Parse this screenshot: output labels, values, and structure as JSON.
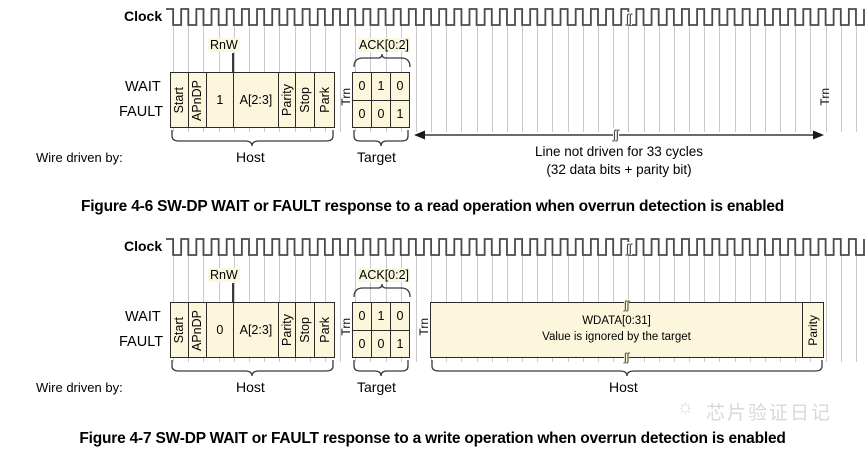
{
  "figures": [
    {
      "id": "figure-4-6",
      "caption": "Figure 4-6 SW-DP WAIT or FAULT response to a read operation when overrun detection is enabled",
      "clock_label": "Clock",
      "signal_rows": [
        "WAIT",
        "FAULT"
      ],
      "wire_driven_label": "Wire driven by:",
      "rnw_label": "RnW",
      "ack_label": "ACK[0:2]",
      "host_packet_cells": [
        {
          "text": "Start",
          "orient": "vertical"
        },
        {
          "text": "APnDP",
          "orient": "vertical"
        },
        {
          "text": "1",
          "orient": "horizontal"
        },
        {
          "text": "A[2:3]",
          "orient": "horizontal"
        },
        {
          "text": "Parity",
          "orient": "vertical"
        },
        {
          "text": "Stop",
          "orient": "vertical"
        },
        {
          "text": "Park",
          "orient": "vertical"
        }
      ],
      "trn_labels": [
        "Trn",
        "Trn"
      ],
      "ack_rows": [
        {
          "signal": "WAIT",
          "bits": [
            "0",
            "1",
            "0"
          ]
        },
        {
          "signal": "FAULT",
          "bits": [
            "0",
            "0",
            "1"
          ]
        }
      ],
      "braces": [
        {
          "label": "Host"
        },
        {
          "label": "Target"
        }
      ],
      "annotation_lines": [
        "Line not driven for 33 cycles",
        "(32 data bits + parity bit)"
      ],
      "clock_cycles": 46,
      "break_marker": "ʃʃ"
    },
    {
      "id": "figure-4-7",
      "caption": "Figure 4-7 SW-DP WAIT or FAULT response to a write operation when overrun detection is enabled",
      "clock_label": "Clock",
      "signal_rows": [
        "WAIT",
        "FAULT"
      ],
      "wire_driven_label": "Wire driven by:",
      "rnw_label": "RnW",
      "ack_label": "ACK[0:2]",
      "host_packet_cells": [
        {
          "text": "Start",
          "orient": "vertical"
        },
        {
          "text": "APnDP",
          "orient": "vertical"
        },
        {
          "text": "0",
          "orient": "horizontal"
        },
        {
          "text": "A[2:3]",
          "orient": "horizontal"
        },
        {
          "text": "Parity",
          "orient": "vertical"
        },
        {
          "text": "Stop",
          "orient": "vertical"
        },
        {
          "text": "Park",
          "orient": "vertical"
        }
      ],
      "trn_labels": [
        "Trn",
        "Trn"
      ],
      "ack_rows": [
        {
          "signal": "WAIT",
          "bits": [
            "0",
            "1",
            "0"
          ]
        },
        {
          "signal": "FAULT",
          "bits": [
            "0",
            "0",
            "1"
          ]
        }
      ],
      "braces": [
        {
          "label": "Host"
        },
        {
          "label": "Target"
        },
        {
          "label": "Host"
        }
      ],
      "wdata": {
        "title": "WDATA[0:31]",
        "subtitle": "Value is ignored by the target",
        "parity_label": "Parity"
      },
      "clock_cycles": 46,
      "break_marker": "ʃʃ"
    }
  ],
  "watermark": {
    "text": "芯片验证日记",
    "icon": "wechat-icon"
  },
  "colors": {
    "cell_fill": "#fbf6dc",
    "cell_border": "#2b2b2b",
    "gridline": "#c9c9c9",
    "background": "#ffffff",
    "text": "#000000",
    "watermark": "#d8d8d8"
  }
}
